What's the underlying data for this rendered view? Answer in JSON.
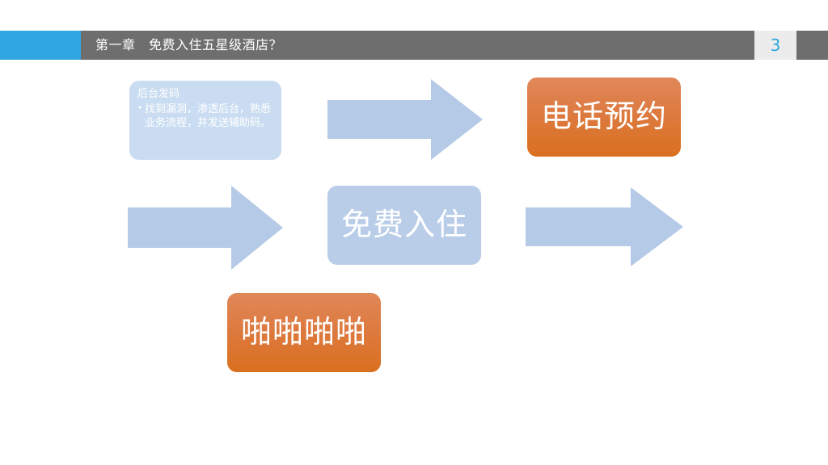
{
  "slide": {
    "page_number": "3",
    "accent_color": "#2fa6e0",
    "header_color": "#6e6e6e",
    "arrow_color": "#b4cae6",
    "orange_color": "#dd7a3a",
    "blue_box_color": "#b9cde8",
    "background": "#ffffff"
  },
  "header": {
    "title": "第一章　免费入住五星级酒店？",
    "page_number": "3"
  },
  "callout": {
    "title": "后台发码",
    "bullet": "找到漏洞，渗透后台，熟悉业务流程，并发送辅助码。"
  },
  "nodes": [
    {
      "id": "phone-booking",
      "label": "电话预约",
      "style": "orange"
    },
    {
      "id": "free-stay",
      "label": "免费入住",
      "style": "blue"
    },
    {
      "id": "papapapa",
      "label": "啪啪啪啪",
      "style": "orange"
    }
  ],
  "arrows": [
    {
      "id": "arrow-top",
      "direction": "right"
    },
    {
      "id": "arrow-middle-left",
      "direction": "right"
    },
    {
      "id": "arrow-middle-right",
      "direction": "right"
    }
  ]
}
